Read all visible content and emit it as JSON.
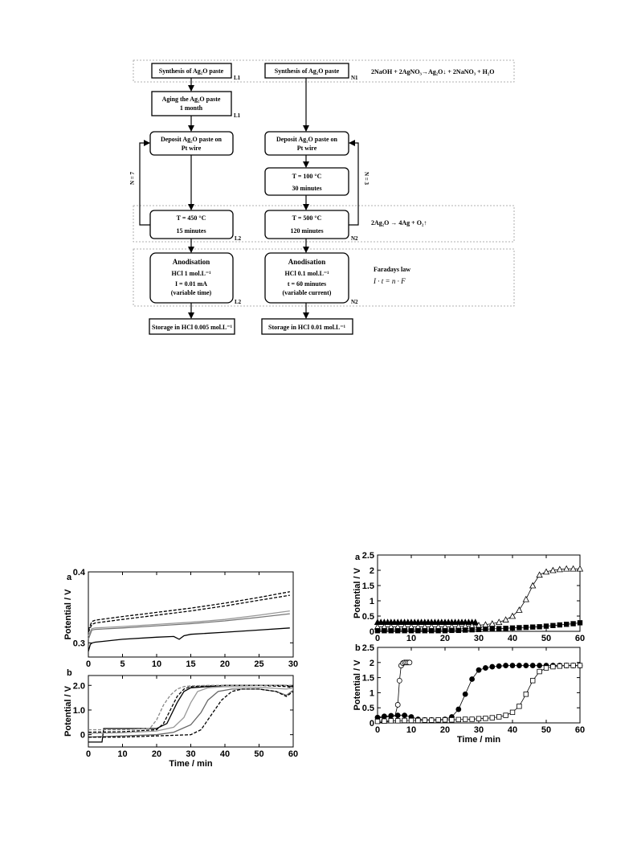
{
  "flowchart": {
    "left_synthesis": "Synthesis of Ag₂O paste",
    "left_synthesis_tag": "L1",
    "right_synthesis": "Synthesis of Ag₂O paste",
    "right_synthesis_tag": "N1",
    "reaction_1": "2NaOH + 2AgNO₃→Ag₂O↓ + 2NaNO₃ + H₂O",
    "aging_line1": "Aging the Ag₂O paste",
    "aging_line2": "1 month",
    "aging_tag": "L1",
    "deposit_left_line1": "Deposit Ag₂O paste on",
    "deposit_left_line2": "Pt wire",
    "deposit_right_line1": "Deposit Ag₂O paste on",
    "deposit_right_line2": "Pt wire",
    "pre_line1": "T = 100 °C",
    "pre_line2": "30 minutes",
    "loop_left": "N = 7",
    "loop_right": "N = 3",
    "heat_left_line1": "T = 450  °C",
    "heat_left_line2": "15 minutes",
    "heat_left_tag": "L2",
    "heat_right_line1": "T = 500 °C",
    "heat_right_line2": "120 minutes",
    "heat_right_tag": "N2",
    "reaction_2": "2Ag₂O → 4Ag + O₂↑",
    "anod_left_title": "Anodisation",
    "anod_left_line1": "HCl 1 mol.L⁻¹",
    "anod_left_line2": "I = 0.01 mA",
    "anod_left_line3": "(variable time)",
    "anod_left_tag": "L2",
    "anod_right_title": "Anodisation",
    "anod_right_line1": "HCl 0.1 mol.L⁻¹",
    "anod_right_line2": "t = 60 minutes",
    "anod_right_line3": "(variable current)",
    "anod_right_tag": "N2",
    "faraday_title": "Faradays law",
    "faraday_eq": "I · t = n · F",
    "storage_left": "Storage in HCl 0.005 mol.L⁻¹",
    "storage_right": "Storage in HCl 0.01 mol.L⁻¹"
  },
  "chart_data": [
    {
      "type": "line",
      "panel": "a",
      "ylabel": "Potential / V",
      "xlabel": "",
      "xlim": [
        0,
        30
      ],
      "ylim": [
        0.28,
        0.4
      ],
      "xticks": [
        0,
        5,
        10,
        15,
        20,
        25,
        30
      ],
      "yticks": [
        0.3,
        0.4
      ],
      "ytick_labels": [
        "0.3",
        "0.4"
      ],
      "series": [
        {
          "style": "dashed",
          "color": "#000000",
          "x": [
            0,
            0.5,
            1,
            5,
            10,
            15,
            20,
            25,
            29.5
          ],
          "y": [
            0.318,
            0.33,
            0.332,
            0.337,
            0.343,
            0.349,
            0.356,
            0.364,
            0.372
          ]
        },
        {
          "style": "dashed",
          "color": "#000000",
          "x": [
            0,
            0.5,
            1,
            5,
            10,
            15,
            20,
            25,
            29.5
          ],
          "y": [
            0.315,
            0.326,
            0.328,
            0.333,
            0.339,
            0.345,
            0.352,
            0.36,
            0.367
          ]
        },
        {
          "style": "solid",
          "color": "#999999",
          "x": [
            0,
            0.5,
            1,
            5,
            10,
            15,
            20,
            25,
            29.5
          ],
          "y": [
            0.31,
            0.32,
            0.321,
            0.323,
            0.326,
            0.329,
            0.333,
            0.339,
            0.345
          ]
        },
        {
          "style": "solid",
          "color": "#777777",
          "x": [
            0,
            0.5,
            1,
            5,
            10,
            15,
            20,
            25,
            29.5
          ],
          "y": [
            0.305,
            0.318,
            0.319,
            0.321,
            0.324,
            0.327,
            0.331,
            0.336,
            0.341
          ]
        },
        {
          "style": "solid",
          "color": "#000000",
          "x": [
            0,
            0.3,
            0.6,
            1,
            2,
            5,
            10,
            12.5,
            13.3,
            14,
            15,
            20,
            25,
            29.5
          ],
          "y": [
            0.288,
            0.298,
            0.3,
            0.301,
            0.302,
            0.305,
            0.308,
            0.309,
            0.305,
            0.31,
            0.312,
            0.315,
            0.318,
            0.321
          ]
        }
      ]
    },
    {
      "type": "line",
      "panel": "b",
      "ylabel": "Potential / V",
      "xlabel": "Time / min",
      "xlim": [
        0,
        60
      ],
      "ylim": [
        -0.5,
        2.4
      ],
      "xticks": [
        0,
        10,
        20,
        30,
        40,
        50,
        60
      ],
      "yticks": [
        0,
        1,
        2
      ],
      "ytick_labels": [
        "0",
        "1.0",
        "2.0"
      ],
      "series": [
        {
          "style": "solid",
          "color": "#000000",
          "x": [
            0,
            4,
            4.5,
            10,
            20,
            23,
            26,
            28,
            30,
            35,
            40,
            50,
            58,
            60
          ],
          "y": [
            -0.3,
            -0.3,
            0.25,
            0.25,
            0.25,
            0.45,
            1.3,
            1.75,
            1.9,
            1.95,
            2.0,
            2.0,
            2.0,
            1.95
          ]
        },
        {
          "style": "dashed",
          "color": "#000000",
          "x": [
            0,
            10,
            20,
            22,
            24,
            26,
            28,
            30,
            35,
            40,
            50,
            58,
            60
          ],
          "y": [
            0.1,
            0.12,
            0.2,
            0.45,
            1.0,
            1.55,
            1.85,
            1.95,
            1.98,
            2.0,
            2.0,
            1.95,
            1.9
          ]
        },
        {
          "style": "solid",
          "color": "#999999",
          "x": [
            0,
            10,
            20,
            25,
            28,
            30,
            32,
            35,
            40,
            50,
            58,
            60
          ],
          "y": [
            0.05,
            0.08,
            0.15,
            0.3,
            0.7,
            1.3,
            1.75,
            1.9,
            1.95,
            1.92,
            1.85,
            1.9
          ]
        },
        {
          "style": "solid",
          "color": "#666666",
          "x": [
            0,
            10,
            20,
            25,
            30,
            33,
            35,
            38,
            42,
            50,
            55,
            58,
            60
          ],
          "y": [
            -0.1,
            -0.05,
            0.0,
            0.1,
            0.4,
            0.9,
            1.4,
            1.75,
            1.85,
            1.85,
            1.75,
            1.6,
            1.8
          ]
        },
        {
          "style": "dashed",
          "color": "#000000",
          "x": [
            0,
            10,
            20,
            30,
            33,
            36,
            39,
            42,
            45,
            50,
            55,
            58,
            60
          ],
          "y": [
            -0.1,
            -0.1,
            -0.05,
            0.0,
            0.2,
            0.8,
            1.4,
            1.75,
            1.85,
            1.85,
            1.75,
            1.55,
            1.75
          ]
        },
        {
          "style": "dashed",
          "color": "#888888",
          "x": [
            0,
            10,
            18,
            20,
            22,
            24,
            26,
            28,
            30,
            35,
            40,
            50,
            60
          ],
          "y": [
            0.2,
            0.2,
            0.25,
            0.6,
            1.2,
            1.6,
            1.85,
            1.95,
            1.98,
            2.0,
            2.0,
            2.0,
            2.0
          ]
        }
      ]
    },
    {
      "type": "scatter",
      "panel": "a",
      "ylabel": "Potential / V",
      "xlabel": "",
      "xlim": [
        0,
        60
      ],
      "ylim": [
        0,
        2.5
      ],
      "xticks": [
        0,
        10,
        20,
        30,
        40,
        50,
        60
      ],
      "yticks": [
        0,
        0.5,
        1,
        1.5,
        2,
        2.5
      ],
      "ytick_labels": [
        "0",
        "0.5",
        "1",
        "1.5",
        "2",
        "2.5"
      ],
      "series": [
        {
          "marker": "triangle-filled",
          "x": [
            0,
            1,
            2,
            3,
            4,
            5,
            6,
            7,
            8,
            9,
            10,
            11,
            12,
            13,
            14,
            15,
            16,
            17,
            18,
            19,
            20,
            21,
            22,
            23,
            24,
            25,
            26,
            27,
            28,
            29
          ],
          "y": [
            0.3,
            0.3,
            0.3,
            0.3,
            0.3,
            0.3,
            0.3,
            0.3,
            0.3,
            0.3,
            0.3,
            0.3,
            0.3,
            0.3,
            0.3,
            0.3,
            0.3,
            0.3,
            0.3,
            0.3,
            0.3,
            0.3,
            0.3,
            0.3,
            0.3,
            0.3,
            0.3,
            0.3,
            0.3,
            0.3
          ]
        },
        {
          "marker": "triangle-open",
          "x": [
            0,
            2,
            4,
            6,
            8,
            10,
            12,
            14,
            16,
            18,
            20,
            22,
            24,
            26,
            28,
            30,
            32,
            34,
            36,
            38,
            40,
            42,
            44,
            46,
            48,
            50,
            52,
            54,
            56,
            58,
            60
          ],
          "y": [
            0.15,
            0.15,
            0.15,
            0.15,
            0.15,
            0.15,
            0.15,
            0.15,
            0.15,
            0.15,
            0.15,
            0.15,
            0.16,
            0.17,
            0.18,
            0.2,
            0.22,
            0.25,
            0.3,
            0.38,
            0.5,
            0.7,
            1.05,
            1.5,
            1.85,
            1.95,
            2.0,
            2.03,
            2.05,
            2.05,
            2.05
          ]
        },
        {
          "marker": "square-filled",
          "x": [
            0,
            2,
            4,
            6,
            8,
            10,
            12,
            14,
            16,
            18,
            20,
            22,
            24,
            26,
            28,
            30,
            32,
            34,
            36,
            38,
            40,
            42,
            44,
            46,
            48,
            50,
            52,
            54,
            56,
            58,
            60
          ],
          "y": [
            0.02,
            0.02,
            0.02,
            0.02,
            0.02,
            0.02,
            0.02,
            0.02,
            0.02,
            0.02,
            0.02,
            0.03,
            0.03,
            0.04,
            0.05,
            0.06,
            0.07,
            0.08,
            0.09,
            0.1,
            0.11,
            0.12,
            0.13,
            0.14,
            0.15,
            0.17,
            0.19,
            0.21,
            0.23,
            0.25,
            0.28
          ]
        }
      ]
    },
    {
      "type": "scatter",
      "panel": "b",
      "ylabel": "Potential / V",
      "xlabel": "Time / min",
      "xlim": [
        0,
        60
      ],
      "ylim": [
        0,
        2.5
      ],
      "xticks": [
        0,
        10,
        20,
        30,
        40,
        50,
        60
      ],
      "yticks": [
        0,
        0.5,
        1,
        1.5,
        2,
        2.5
      ],
      "ytick_labels": [
        "0",
        "0.5",
        "1",
        "1.5",
        "2",
        "2.5"
      ],
      "series": [
        {
          "marker": "circle-open",
          "x": [
            1,
            2,
            3,
            4,
            5,
            6,
            6.5,
            7,
            7.5,
            8,
            8.5,
            9,
            9.5
          ],
          "y": [
            0.1,
            0.1,
            0.12,
            0.12,
            0.15,
            0.6,
            1.4,
            1.9,
            1.98,
            2.0,
            2.0,
            2.0,
            2.0
          ]
        },
        {
          "marker": "circle-filled",
          "x": [
            0,
            2,
            4,
            6,
            8,
            10,
            12,
            14,
            16,
            18,
            20,
            22,
            24,
            26,
            28,
            30,
            32,
            34,
            36,
            38,
            40,
            42,
            44,
            46,
            48,
            50,
            52,
            54,
            56,
            58,
            60
          ],
          "y": [
            0.18,
            0.22,
            0.24,
            0.25,
            0.25,
            0.2,
            0.12,
            0.1,
            0.1,
            0.1,
            0.12,
            0.2,
            0.45,
            0.95,
            1.45,
            1.75,
            1.82,
            1.86,
            1.88,
            1.9,
            1.9,
            1.9,
            1.9,
            1.9,
            1.9,
            1.9,
            1.9,
            1.9,
            1.9,
            1.9,
            1.9
          ]
        },
        {
          "marker": "square-open",
          "x": [
            0,
            2,
            4,
            6,
            8,
            10,
            12,
            14,
            16,
            18,
            20,
            22,
            24,
            26,
            28,
            30,
            32,
            34,
            36,
            38,
            40,
            42,
            44,
            46,
            48,
            50,
            52,
            54,
            56,
            58,
            60
          ],
          "y": [
            0.05,
            0.06,
            0.07,
            0.07,
            0.08,
            0.08,
            0.08,
            0.09,
            0.09,
            0.1,
            0.1,
            0.1,
            0.11,
            0.12,
            0.12,
            0.14,
            0.15,
            0.17,
            0.2,
            0.25,
            0.35,
            0.55,
            0.95,
            1.4,
            1.7,
            1.82,
            1.86,
            1.88,
            1.9,
            1.9,
            1.9
          ]
        }
      ]
    }
  ]
}
